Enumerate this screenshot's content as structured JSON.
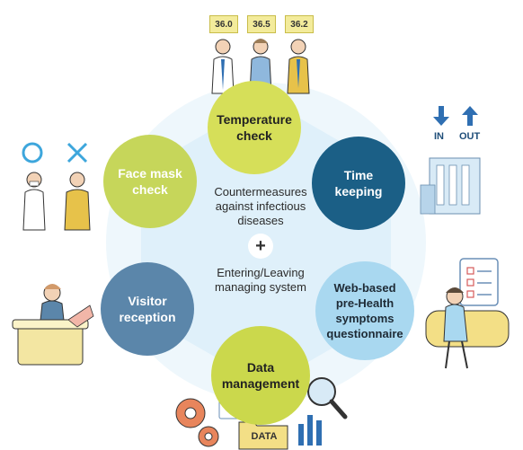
{
  "center": {
    "line1": "Countermeasures",
    "line2": "against infectious",
    "line3": "diseases",
    "plus": "+",
    "line4": "Entering/Leaving",
    "line5": "managing system"
  },
  "nodes": {
    "temperature": {
      "line1": "Temperature",
      "line2": "check",
      "color": "#d6df59"
    },
    "time": {
      "line1": "Time",
      "line2": "keeping",
      "color": "#1b5f86"
    },
    "web": {
      "line1": "Web-based",
      "line2": "pre-Health",
      "line3": "symptoms",
      "line4": "questionnaire",
      "color": "#a9d8f0"
    },
    "data": {
      "line1": "Data",
      "line2": "management",
      "color": "#cbd84c"
    },
    "visitor": {
      "line1": "Visitor",
      "line2": "reception",
      "color": "#5b86aa"
    },
    "facemask": {
      "line1": "Face mask",
      "line2": "check",
      "color": "#c6d65a"
    }
  },
  "temperatures": [
    "36.0",
    "36.5",
    "36.2"
  ],
  "inout": {
    "in": "IN",
    "out": "OUT"
  },
  "data_folder_label": "DATA",
  "colors": {
    "hexagon": "#dff0fa",
    "accent_blue": "#2f6fb2",
    "mask_ok": "#3da6dc",
    "mask_ng": "#3da6dc"
  }
}
